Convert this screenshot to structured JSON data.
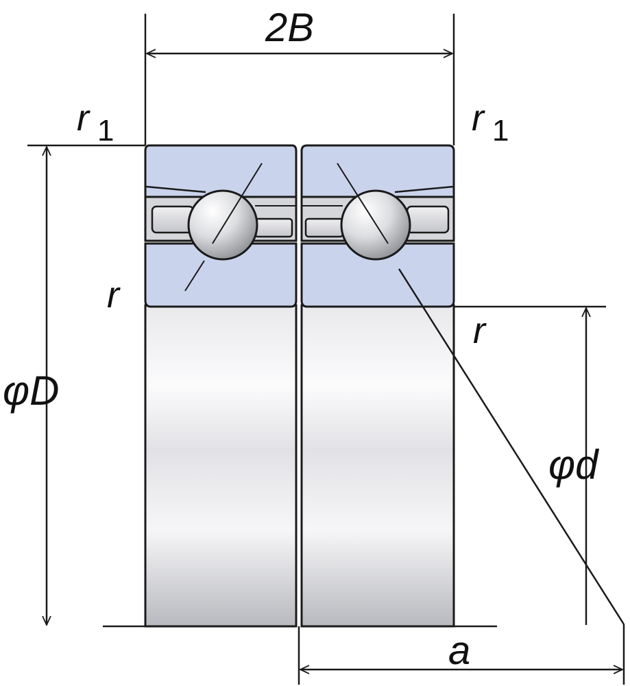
{
  "labels": {
    "width_2B": "2B",
    "r1_left_main": "r",
    "r1_left_sub": "1",
    "r1_right_main": "r",
    "r1_right_sub": "1",
    "r_left": "r",
    "r_right": "r",
    "outer_diameter": "φD",
    "inner_diameter": "φd",
    "load_center": "a"
  },
  "colors": {
    "ring_fill": "#c9d3ec",
    "outline": "#1a1a1a",
    "bore_light": "#f4f4f6",
    "bore_dark": "#b9babf"
  }
}
